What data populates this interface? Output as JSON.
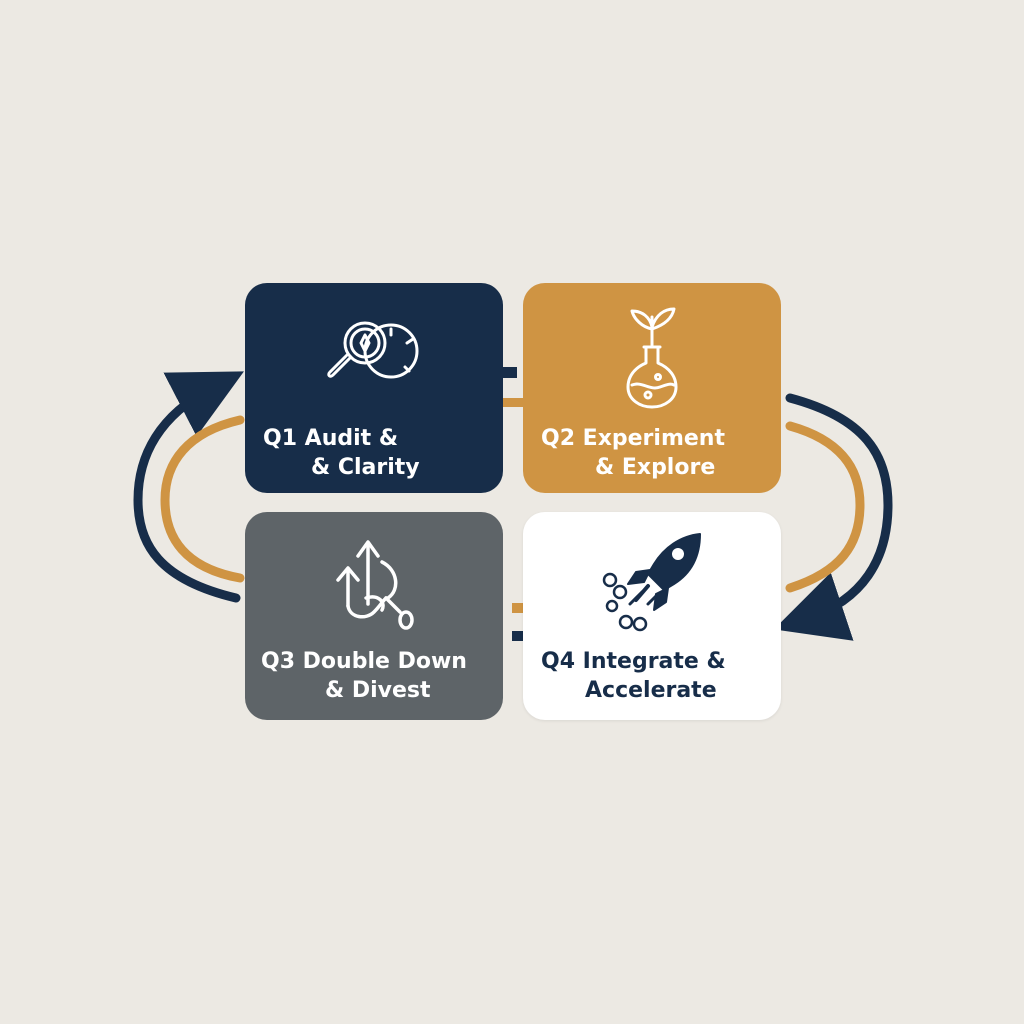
{
  "cycle": {
    "q1": {
      "line1": "Q1 Audit &",
      "line2": "& Clarity",
      "icon": "magnifier-compass-icon"
    },
    "q2": {
      "line1": "Q2 Experiment",
      "line2": "& Explore",
      "icon": "sprout-flask-icon"
    },
    "q3": {
      "line1": "Q3 Double Down",
      "line2": "& Divest",
      "icon": "arrows-scissors-icon"
    },
    "q4": {
      "line1": "Q4 Integrate &",
      "line2": "Accelerate",
      "icon": "rocket-icon"
    }
  },
  "colors": {
    "background": "#ece9e3",
    "navy": "#172d49",
    "gold": "#cf9443",
    "slate": "#5e6468",
    "white": "#ffffff"
  }
}
